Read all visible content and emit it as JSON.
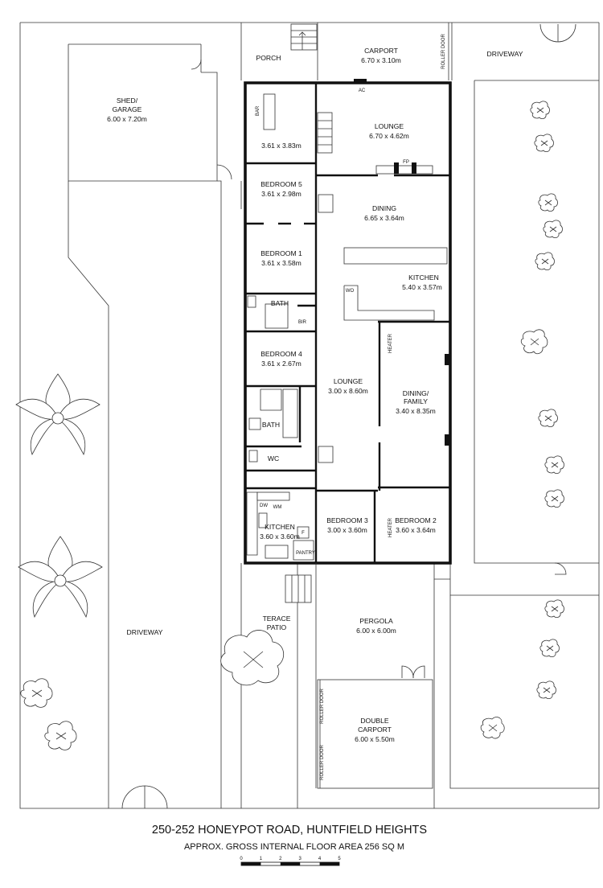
{
  "address": "250-252 HONEYPOT ROAD, HUNTFIELD HEIGHTS",
  "floor_area": "APPROX. GROSS INTERNAL FLOOR AREA  256 SQ M",
  "scale_ticks": [
    "0",
    "1",
    "2",
    "3",
    "4",
    "5"
  ],
  "rooms": {
    "shed_name": "SHED/",
    "shed_name2": "GARAGE",
    "shed_size": "6.00 x 7.20m",
    "porch": "PORCH",
    "carport_name": "CARPORT",
    "carport_size": "6.70 x 3.10m",
    "driveway_top": "DRIVEWAY",
    "driveway_left": "DRIVEWAY",
    "room_top_left_size": "3.61 x 3.83m",
    "lounge1_name": "LOUNGE",
    "lounge1_size": "6.70 x 4.62m",
    "bed5_name": "BEDROOM 5",
    "bed5_size": "3.61 x 2.98m",
    "dining1_name": "DINING",
    "dining1_size": "6.65 x 3.64m",
    "bed1_name": "BEDROOM 1",
    "bed1_size": "3.61 x 3.58m",
    "kitchen1_name": "KITCHEN",
    "kitchen1_size": "5.40 x 3.57m",
    "bath1": "BATH",
    "bed4_name": "BEDROOM 4",
    "bed4_size": "3.61 x 2.67m",
    "lounge2_name": "LOUNGE",
    "lounge2_size": "3.00 x 8.60m",
    "dinfam_name": "DINING/",
    "dinfam_name2": "FAMILY",
    "dinfam_size": "3.40 x 8.35m",
    "bath2": "BATH",
    "wc": "WC",
    "kitchen2_name": "KITCHEN",
    "kitchen2_size": "3.60 x 3.60m",
    "bed3_name": "BEDROOM 3",
    "bed3_size": "3.00 x 3.60m",
    "bed2_name": "BEDROOM 2",
    "bed2_size": "3.60 x 3.64m",
    "terrace_name": "TERACE",
    "patio_name": "PATIO",
    "pergola_name": "PERGOLA",
    "pergola_size": "6.00 x 6.00m",
    "dcarport_name": "DOUBLE",
    "dcarport_name2": "CARPORT",
    "dcarport_size": "6.00 x 5.50m"
  },
  "fixtures": {
    "roller_door": "ROLLER DOOR",
    "ac": "AC",
    "fp": "FP",
    "bar": "BAR",
    "bir": "BIR",
    "wo": "WO",
    "heater": "HEATER",
    "dw": "DW",
    "wm": "WM",
    "f": "F",
    "pantry": "PANTRY"
  }
}
